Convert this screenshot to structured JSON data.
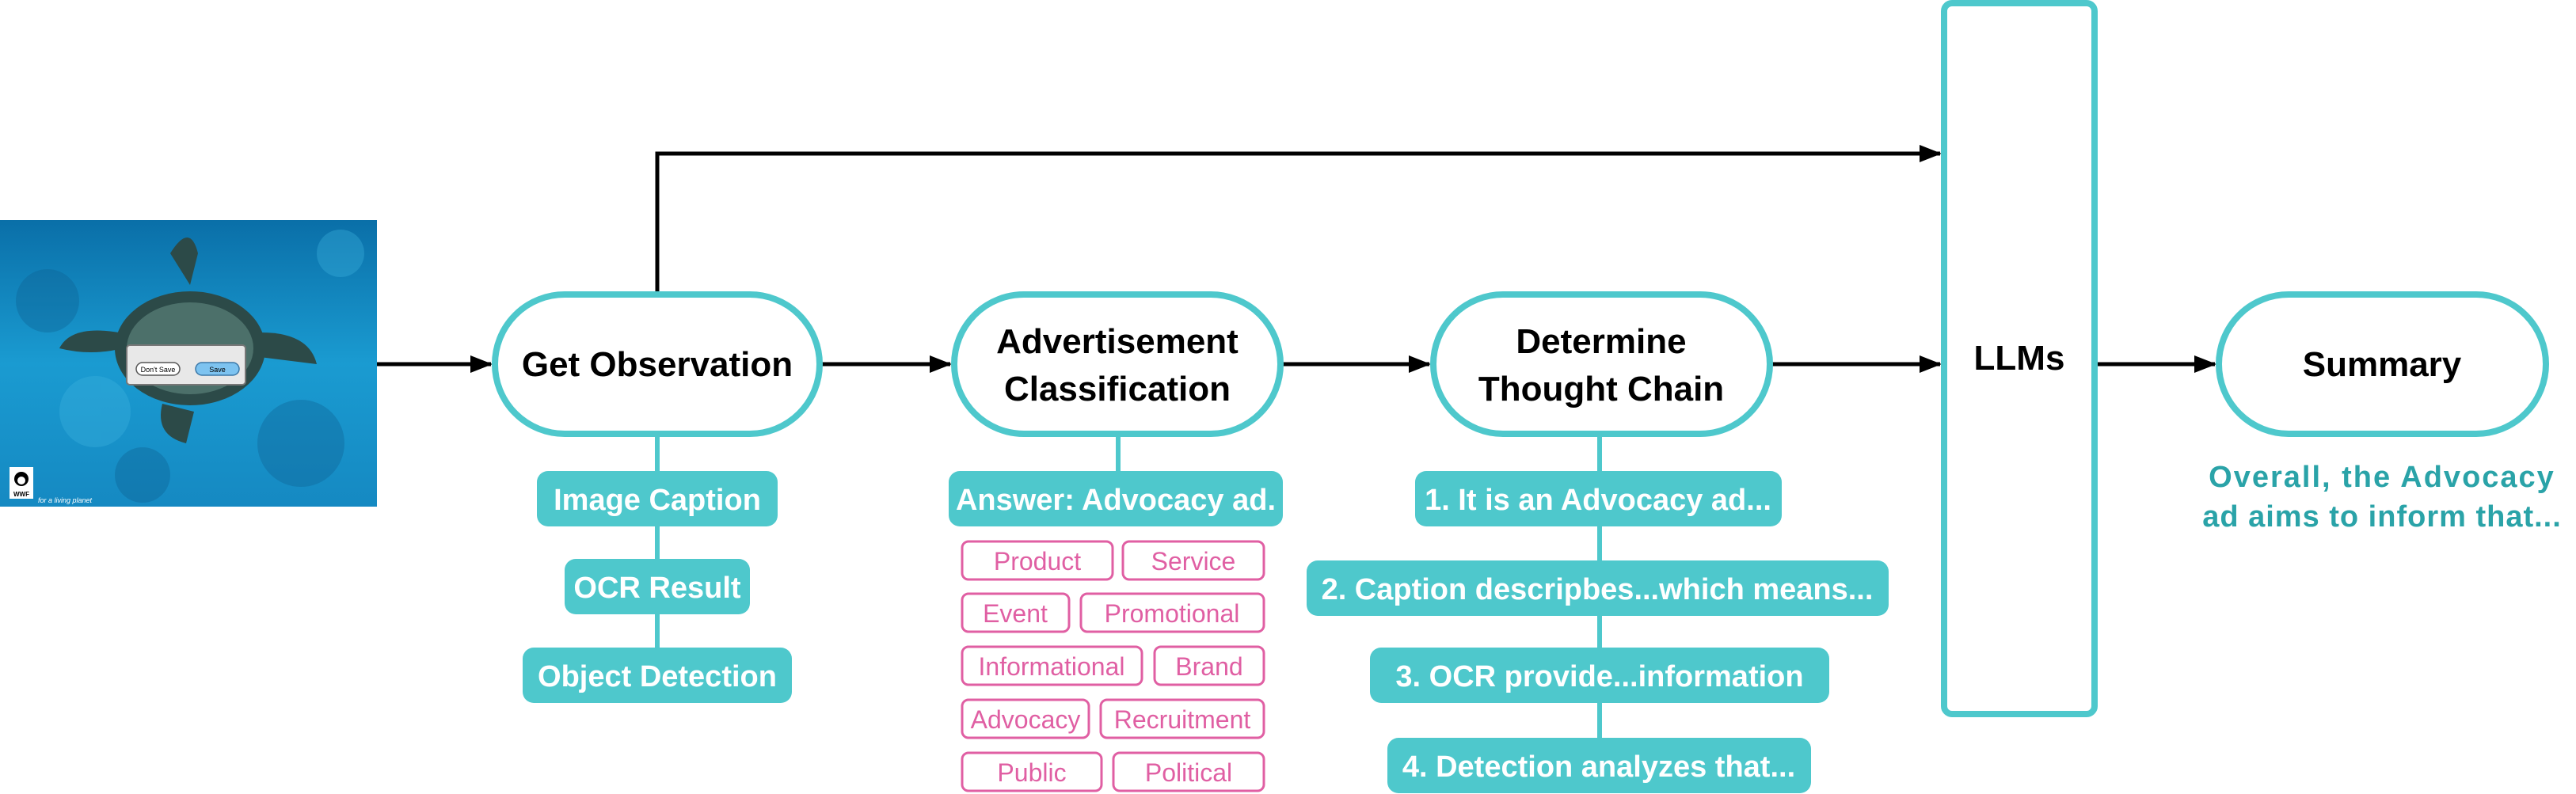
{
  "colors": {
    "teal": "#4ec8cc",
    "teal_text": "#2aa3a8",
    "pink": "#e05fa3",
    "arrow": "#000000"
  },
  "input_image": {
    "description_icon": "sea-turtle-photo",
    "dialog_buttons": [
      "Don't Save",
      "Save"
    ],
    "tagline": "for a living planet",
    "logo": "WWF"
  },
  "nodes": {
    "get_observation": "Get Observation",
    "ad_classification": [
      "Advertisement",
      "Classification"
    ],
    "thought_chain": [
      "Determine",
      "Thought Chain"
    ],
    "llms": "LLMs",
    "summary": "Summary"
  },
  "observation_items": [
    "Image Caption",
    "OCR Result",
    "Object Detection"
  ],
  "classification_answer": "Answer: Advocacy ad.",
  "categories": [
    [
      "Product",
      "Service"
    ],
    [
      "Event",
      "Promotional"
    ],
    [
      "Informational",
      "Brand"
    ],
    [
      "Advocacy",
      "Recruitment"
    ],
    [
      "Public",
      "Political"
    ]
  ],
  "thought_steps": [
    "1. It is an Advocacy ad...",
    "2. Caption descripbes...which means...",
    "3. OCR provide...information",
    "4. Detection analyzes that..."
  ],
  "summary_text": [
    "Overall, the Advocacy",
    "ad aims to inform that..."
  ]
}
